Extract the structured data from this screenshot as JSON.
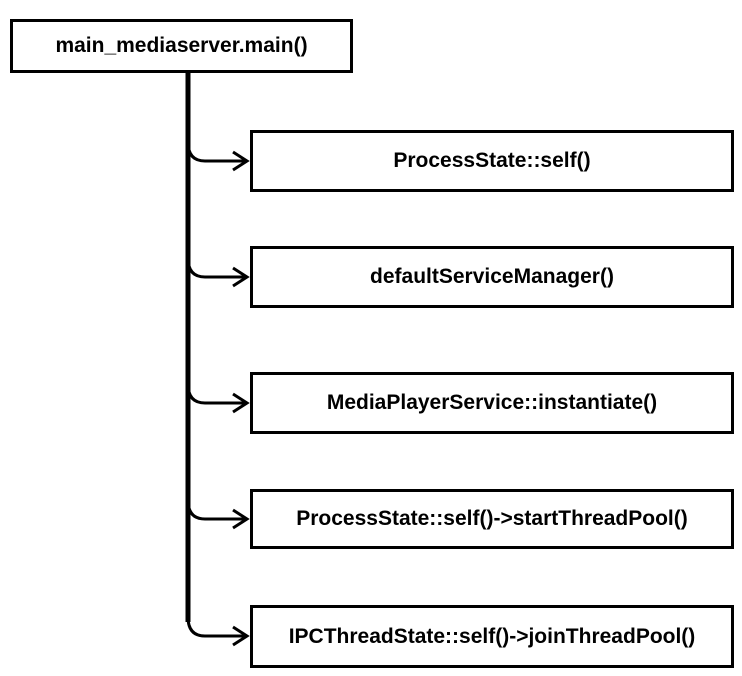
{
  "root": {
    "label": "main_mediaserver.main()"
  },
  "steps": [
    {
      "label": "ProcessState::self()"
    },
    {
      "label": "defaultServiceManager()"
    },
    {
      "label": "MediaPlayerService::instantiate()"
    },
    {
      "label": "ProcessState::self()->startThreadPool()"
    },
    {
      "label": "IPCThreadState::self()->joinThreadPool()"
    }
  ],
  "colors": {
    "stroke": "#000000",
    "background": "#ffffff"
  }
}
